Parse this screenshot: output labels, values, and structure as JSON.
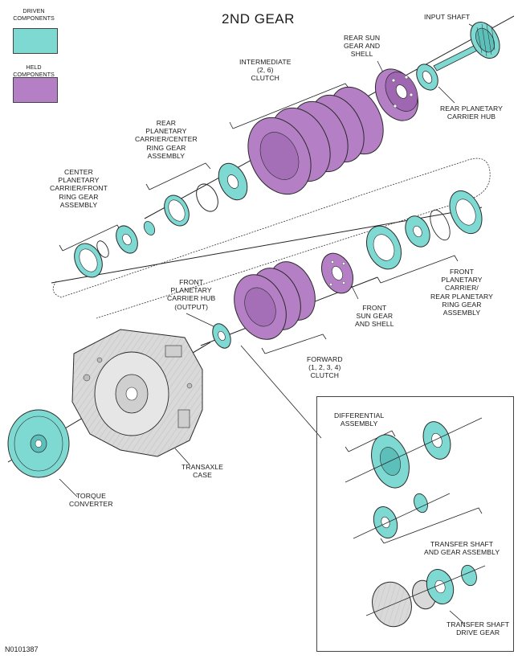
{
  "title": "2ND GEAR",
  "figure_id": "N0101387",
  "legend": {
    "driven": {
      "label": "DRIVEN\nCOMPONENTS",
      "color": "#7ed9d3"
    },
    "held": {
      "label": "HELD\nCOMPONENTS",
      "color": "#b47fc4"
    }
  },
  "labels": {
    "input_shaft": "INPUT SHAFT",
    "rear_sun_gear": "REAR SUN\nGEAR AND\nSHELL",
    "intermediate_clutch": "INTERMEDIATE\n(2, 6)\nCLUTCH",
    "rear_planetary_carrier_hub": "REAR PLANETARY\nCARRIER HUB",
    "rear_planetary_carrier": "REAR\nPLANETARY\nCARRIER/CENTER\nRING GEAR\nASSEMBLY",
    "center_planetary_carrier": "CENTER\nPLANETARY\nCARRIER/FRONT\nRING GEAR\nASSEMBLY",
    "front_planetary_carrier": "FRONT\nPLANETARY\nCARRIER/\nREAR PLANETARY\nRING GEAR\nASSEMBLY",
    "front_planetary_carrier_hub": "FRONT\nPLANETARY\nCARRIER HUB\n(OUTPUT)",
    "front_sun_gear": "FRONT\nSUN GEAR\nAND SHELL",
    "forward_clutch": "FORWARD\n(1, 2, 3, 4)\nCLUTCH",
    "transaxle_case": "TRANSAXLE\nCASE",
    "torque_converter": "TORQUE\nCONVERTER",
    "differential_assembly": "DIFFERENTIAL\nASSEMBLY",
    "transfer_shaft": "TRANSFER SHAFT\nAND GEAR ASSEMBLY",
    "transfer_shaft_drive_gear": "TRANSFER SHAFT\nDRIVE GEAR"
  }
}
